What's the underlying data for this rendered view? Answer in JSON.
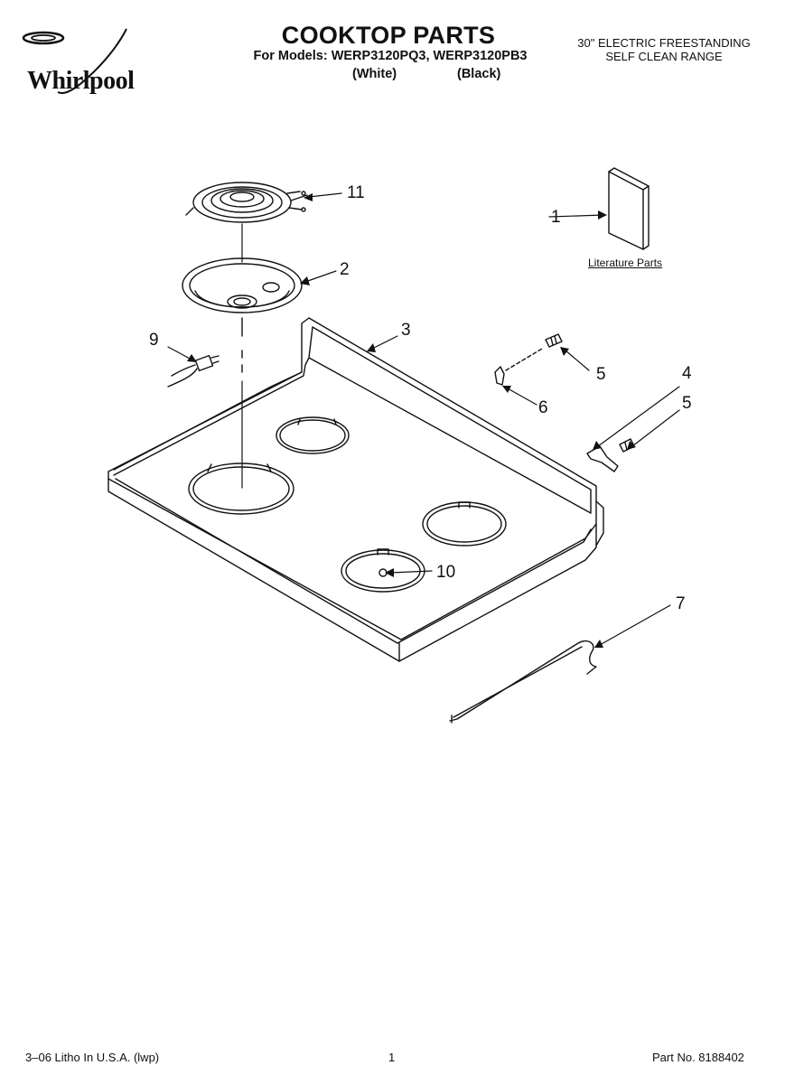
{
  "header": {
    "brand": "Whirlpool",
    "title": "COOKTOP PARTS",
    "models_line": "For Models: WERP3120PQ3, WERP3120PB3",
    "variant_white": "(White)",
    "variant_black": "(Black)",
    "range_type_line1": "30\" ELECTRIC FREESTANDING",
    "range_type_line2": "SELF CLEAN RANGE"
  },
  "diagram": {
    "callouts": {
      "c1": "1",
      "c2": "2",
      "c3": "3",
      "c4": "4",
      "c5a": "5",
      "c5b": "5",
      "c6": "6",
      "c7": "7",
      "c9": "9",
      "c10": "10",
      "c11": "11"
    },
    "literature_label": "Literature Parts"
  },
  "footer": {
    "litho": "3–06 Litho In U.S.A. (lwp)",
    "page_number": "1",
    "part_number": "Part No. 8188402"
  }
}
